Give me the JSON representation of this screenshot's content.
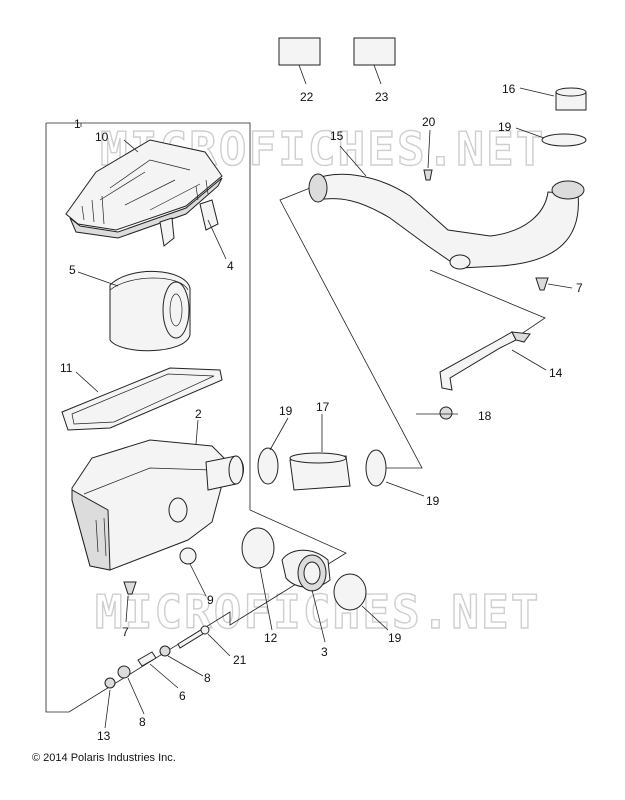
{
  "watermark": "MICROFICHES.NET",
  "copyright": "© 2014 Polaris Industries Inc.",
  "callouts": {
    "c1": "1",
    "c2": "2",
    "c3": "3",
    "c4": "4",
    "c5": "5",
    "c6": "6",
    "c7a": "7",
    "c7b": "7",
    "c8a": "8",
    "c8b": "8",
    "c9": "9",
    "c10": "10",
    "c11": "11",
    "c12": "12",
    "c13": "13",
    "c14": "14",
    "c15": "15",
    "c16": "16",
    "c17": "17",
    "c18": "18",
    "c19a": "19",
    "c19b": "19",
    "c19c": "19",
    "c19d": "19",
    "c20": "20",
    "c21": "21",
    "c22": "22",
    "c23": "23"
  }
}
